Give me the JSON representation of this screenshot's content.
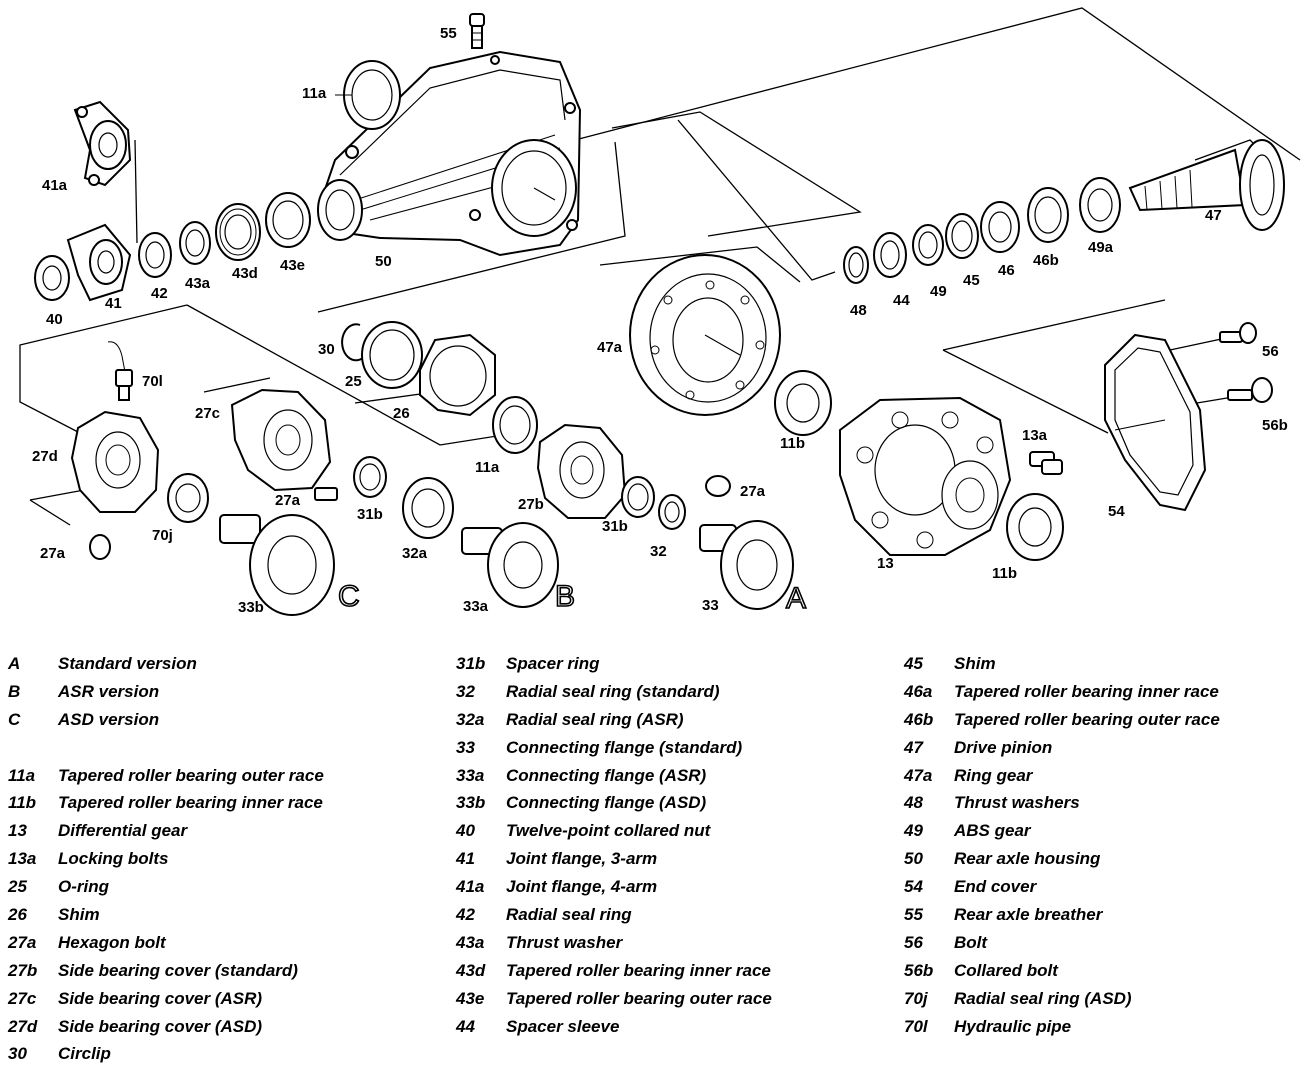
{
  "callouts": {
    "c55": "55",
    "c11a_top": "11a",
    "c41a": "41a",
    "c40": "40",
    "c41": "41",
    "c42": "42",
    "c43a": "43a",
    "c43d": "43d",
    "c43e": "43e",
    "c50": "50",
    "c47": "47",
    "c49a": "49a",
    "c46b": "46b",
    "c46": "46",
    "c45": "45",
    "c49": "49",
    "c44": "44",
    "c48": "48",
    "c47a": "47a",
    "c30": "30",
    "c25": "25",
    "c26": "26",
    "c70l": "70l",
    "c27c": "27c",
    "c27d": "27d",
    "c27a_left": "27a",
    "c70j": "70j",
    "c27a_mid": "27a",
    "c31b_left": "31b",
    "c32a": "32a",
    "c33b": "33b",
    "c33a": "33a",
    "c11a_mid": "11a",
    "c27b": "27b",
    "c27a_right": "27a",
    "c31b_right": "31b",
    "c32": "32",
    "c33": "33",
    "c11b_mid": "11b",
    "c13": "13",
    "c13a": "13a",
    "c11b_bot": "11b",
    "c56": "56",
    "c56b": "56b",
    "c54": "54",
    "ver_c": "C",
    "ver_b": "B",
    "ver_a": "A"
  },
  "legend": {
    "col1": [
      {
        "code": "A",
        "label": "Standard version"
      },
      {
        "code": "B",
        "label": "ASR version"
      },
      {
        "code": "C",
        "label": "ASD version"
      },
      {
        "code": "",
        "label": ""
      },
      {
        "code": "11a",
        "label": "Tapered roller bearing outer race"
      },
      {
        "code": "11b",
        "label": "Tapered roller bearing inner race"
      },
      {
        "code": "13",
        "label": "Differential gear"
      },
      {
        "code": "13a",
        "label": "Locking bolts"
      },
      {
        "code": "25",
        "label": "O-ring"
      },
      {
        "code": "26",
        "label": "Shim"
      },
      {
        "code": "27a",
        "label": "Hexagon bolt"
      },
      {
        "code": "27b",
        "label": "Side bearing cover (standard)"
      },
      {
        "code": "27c",
        "label": "Side bearing cover (ASR)"
      },
      {
        "code": "27d",
        "label": "Side bearing cover (ASD)"
      },
      {
        "code": "30",
        "label": "Circlip"
      }
    ],
    "col2": [
      {
        "code": "31b",
        "label": "Spacer ring"
      },
      {
        "code": "32",
        "label": "Radial seal ring (standard)"
      },
      {
        "code": "32a",
        "label": "Radial seal ring (ASR)"
      },
      {
        "code": "33",
        "label": "Connecting flange (standard)"
      },
      {
        "code": "33a",
        "label": "Connecting flange (ASR)"
      },
      {
        "code": "33b",
        "label": "Connecting flange (ASD)"
      },
      {
        "code": "40",
        "label": "Twelve-point collared nut"
      },
      {
        "code": "41",
        "label": "Joint flange, 3-arm"
      },
      {
        "code": "41a",
        "label": "Joint flange, 4-arm"
      },
      {
        "code": "42",
        "label": "Radial seal ring"
      },
      {
        "code": "43a",
        "label": "Thrust washer"
      },
      {
        "code": "43d",
        "label": "Tapered roller bearing inner race"
      },
      {
        "code": "43e",
        "label": "Tapered roller bearing outer race"
      },
      {
        "code": "44",
        "label": "Spacer sleeve"
      }
    ],
    "col3": [
      {
        "code": "45",
        "label": "Shim"
      },
      {
        "code": "46a",
        "label": "Tapered roller bearing inner race"
      },
      {
        "code": "46b",
        "label": "Tapered roller bearing outer race"
      },
      {
        "code": "47",
        "label": "Drive pinion"
      },
      {
        "code": "47a",
        "label": "Ring gear"
      },
      {
        "code": "48",
        "label": "Thrust washers"
      },
      {
        "code": "49",
        "label": "ABS gear"
      },
      {
        "code": "50",
        "label": "Rear axle housing"
      },
      {
        "code": "54",
        "label": "End cover"
      },
      {
        "code": "55",
        "label": "Rear axle breather"
      },
      {
        "code": "56",
        "label": "Bolt"
      },
      {
        "code": "56b",
        "label": "Collared bolt"
      },
      {
        "code": "70j",
        "label": "Radial seal ring (ASD)"
      },
      {
        "code": "70l",
        "label": "Hydraulic pipe"
      }
    ]
  }
}
